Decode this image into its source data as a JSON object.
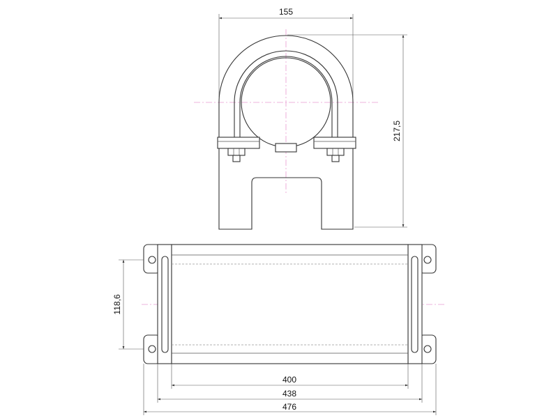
{
  "drawing": {
    "colors": {
      "outline": "#333333",
      "dimension": "#555555",
      "centerline": "#e89ad2",
      "hidden": "#999999",
      "background": "#ffffff"
    },
    "dimensions": {
      "top_width": "155",
      "top_height": "217,5",
      "bottom_side_height": "118,6",
      "bottom_inner_width": "400",
      "bottom_middle_width": "438",
      "bottom_overall_width": "476"
    }
  }
}
